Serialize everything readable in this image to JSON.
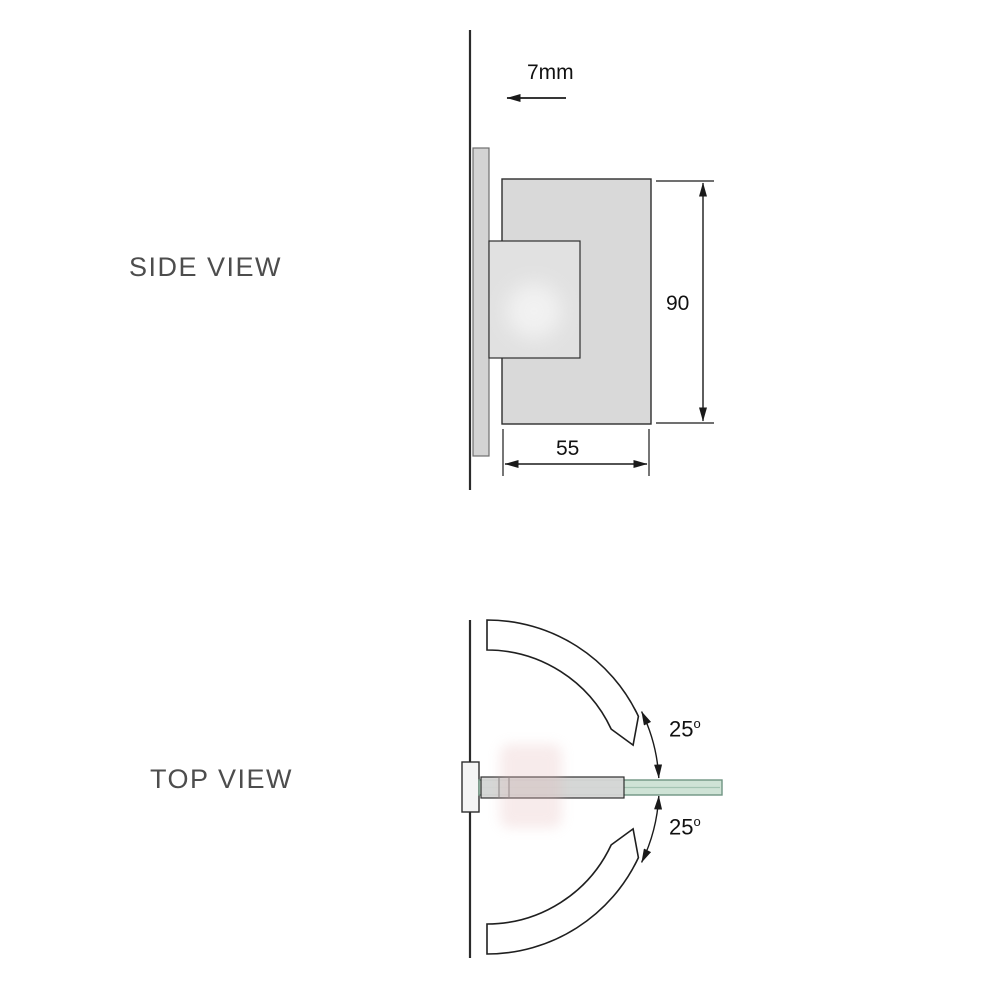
{
  "side_view": {
    "label": "SIDE VIEW",
    "dim_gap": "7mm",
    "dim_height": "90",
    "dim_width": "55"
  },
  "top_view": {
    "label": "TOP VIEW",
    "angle_upper": "25",
    "angle_lower": "25",
    "degree_symbol": "o"
  },
  "colors": {
    "line": "#1a1a1a",
    "label_text": "#4d4d4d",
    "metal_fill": "#d9d9d9",
    "glass_fill": "#cfe3d6",
    "glass_edge": "#6f9582"
  }
}
